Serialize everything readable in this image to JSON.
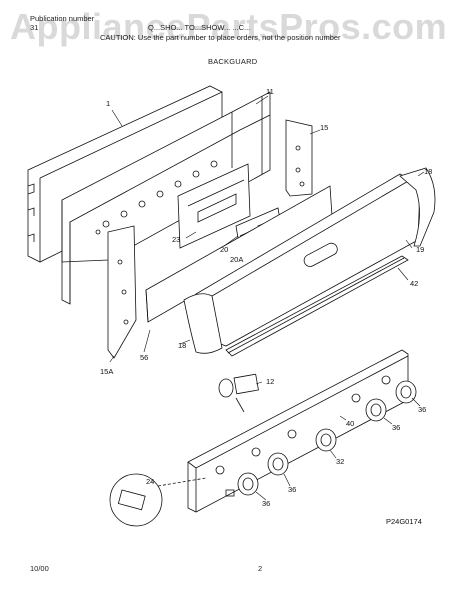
{
  "header": {
    "publication_label": "Publication number",
    "publication_number": "31",
    "line1": "Q...SHO... TO...SHOW... ...C...",
    "line2": "CAUTION: Use the part number to place orders, not the position number"
  },
  "watermark": "AppliancePartsPros.com",
  "section_title": "BACKGUARD",
  "callouts": {
    "c1": "1",
    "c11": "11",
    "c15": "15",
    "c18a": "18",
    "c19": "19",
    "c23": "23",
    "c20": "20",
    "c20a": "20A",
    "c42": "42",
    "c18b": "18",
    "c56": "56",
    "c15a": "15A",
    "c12": "12",
    "c40": "40",
    "c36a": "36",
    "c36b": "36",
    "c32": "32",
    "c36c": "36",
    "c36d": "36",
    "c24": "24"
  },
  "diagram_code": "P24G0174",
  "footer": {
    "date": "10/00",
    "page": "2"
  }
}
